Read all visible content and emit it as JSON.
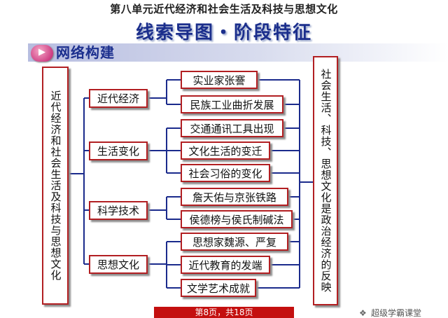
{
  "header": {
    "title": "第八单元近代经济和社会生活及科技与思想文化",
    "subtitle": "线索导图・阶段特征",
    "section_label": "网络构建"
  },
  "diagram": {
    "root": "近代经济和社会生活及科技与思想文化",
    "conclusion": "社会生活、科技、思想文化是政治经济的反映",
    "categories": [
      {
        "label": "近代经济",
        "items": [
          "实业家张謇",
          "民族工业曲折发展"
        ]
      },
      {
        "label": "生活变化",
        "items": [
          "交通通讯工具出现",
          "文化生活的变迁",
          "社会习俗的变化"
        ]
      },
      {
        "label": "科学技术",
        "items": [
          "詹天佑与京张铁路",
          "侯德榜与侯氏制碱法"
        ]
      },
      {
        "label": "思想文化",
        "items": [
          "思想家魏源、严复",
          "近代教育的发端",
          "文学艺术成就"
        ]
      }
    ]
  },
  "footer": {
    "page_indicator": "第8页，共18页",
    "watermark": "超级学霸课堂"
  },
  "colors": {
    "box_border": "#b21f22",
    "connector": "#1b2b8c",
    "subtitle": "#1b2e8c",
    "page_bar": "#c40f0f"
  }
}
